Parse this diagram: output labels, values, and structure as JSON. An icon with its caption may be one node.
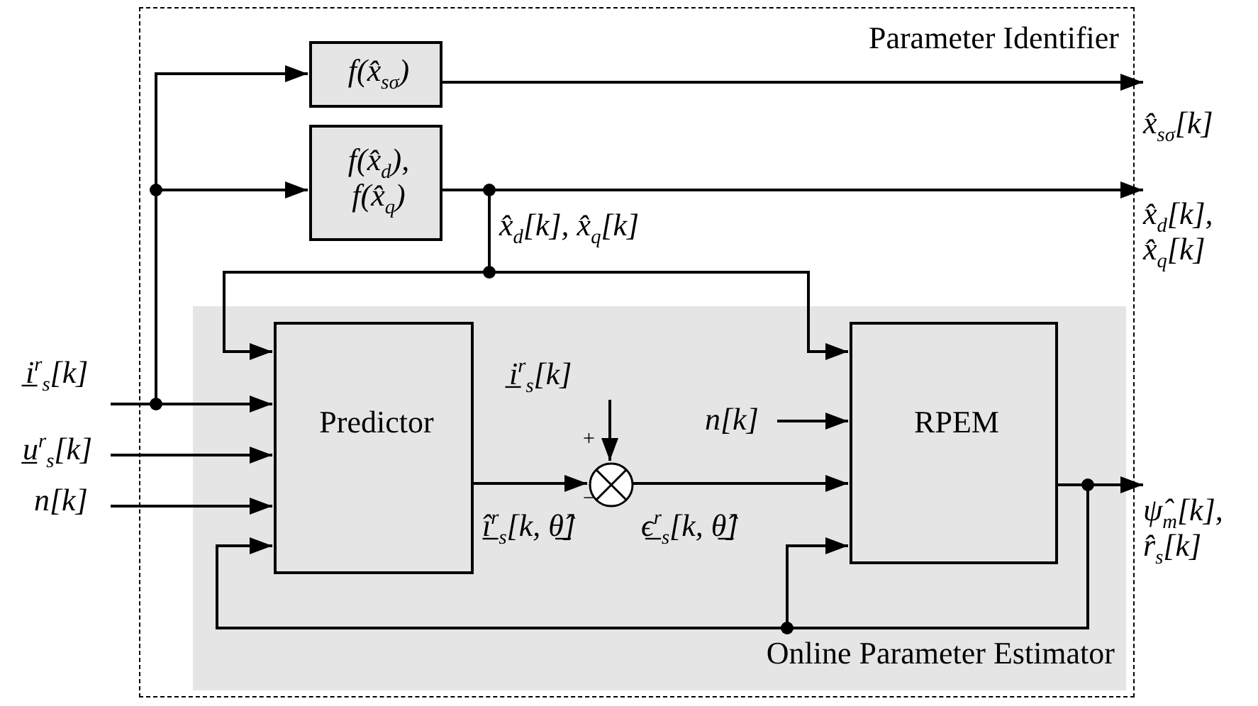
{
  "diagram": {
    "nodes": [
      {
        "text": [
          "Parameter Identifier"
        ]
      },
      {
        "text": [
          "f(x̂$_{sσ}$)"
        ],
        "in": 0
      },
      {
        "text": [
          "f(x̂$_{d}$), f(x̂$_{q}$)"
        ],
        "in": 0
      },
      {
        "text": [
          "Online Parameter Estimator"
        ],
        "in": 0
      },
      {
        "text": [
          "Predictor"
        ],
        "in": 3
      },
      {
        "text": [
          "RPEM"
        ],
        "in": 3
      },
      {
        "text": [],
        "shape": "circle",
        "in": 3,
        "beside": [
          "+",
          "−"
        ]
      },
      {
        "text": [
          "i̲$^{r}$$_{s}$[k]"
        ]
      },
      {
        "text": [
          "u̲$^{r}$$_{s}$[k]"
        ]
      },
      {
        "text": [
          "n[k]"
        ]
      },
      {
        "text": [
          "i̲$^{r}$$_{s}$[k]"
        ],
        "in": 3
      },
      {
        "text": [
          "n[k]"
        ],
        "in": 3
      },
      {
        "text": [
          "x̂$_{sσ}$[k]"
        ]
      },
      {
        "text": [
          "x̂$_{d}$[k], x̂$_{q}$[k]"
        ]
      },
      {
        "text": [
          "ψ̂$_{m}$[k], r̂$_{s}$[k]"
        ]
      }
    ],
    "edges": [
      {
        "from": 7,
        "to": 4,
        "arrow": "to"
      },
      {
        "from": 7,
        "to": 1,
        "arrow": "to"
      },
      {
        "from": 7,
        "to": 2,
        "arrow": "to"
      },
      {
        "from": 8,
        "to": 4,
        "arrow": "to"
      },
      {
        "from": 9,
        "to": 4,
        "arrow": "to"
      },
      {
        "from": 1,
        "to": 12,
        "arrow": "to"
      },
      {
        "from": 2,
        "to": 13,
        "arrow": "to"
      },
      {
        "from": 2,
        "to": 4,
        "arrow": "to",
        "label": "x̂$_{d}$[k], x̂$_{q}$[k]"
      },
      {
        "from": 2,
        "to": 5,
        "arrow": "to"
      },
      {
        "from": 4,
        "to": 6,
        "arrow": "to",
        "label": "î̲$^{r}$$_{s}$[k, θ̲̂]"
      },
      {
        "from": 10,
        "to": 6,
        "arrow": "to"
      },
      {
        "from": 6,
        "to": 5,
        "arrow": "to",
        "label": "ϵ̲$^{r}$$_{s}$[k, θ̲̂]"
      },
      {
        "from": 11,
        "to": 5,
        "arrow": "to"
      },
      {
        "from": 5,
        "to": 14,
        "arrow": "to"
      },
      {
        "from": 5,
        "to": 4,
        "arrow": "to"
      },
      {
        "from": 5,
        "to": 5,
        "arrow": "to"
      }
    ]
  }
}
